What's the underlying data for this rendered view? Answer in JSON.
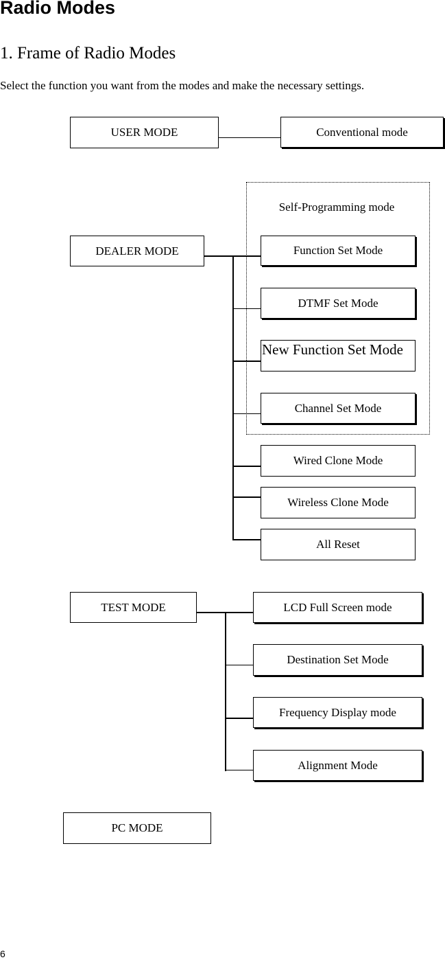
{
  "heading": "Radio Modes",
  "section_title": "1. Frame of Radio Modes",
  "intro": "Select the function you want from the modes and make the necessary settings.",
  "user_mode": {
    "label": "USER MODE",
    "children": [
      "Conventional mode"
    ]
  },
  "dealer_mode": {
    "label": "DEALER MODE",
    "self_programming_label": "Self-Programming mode",
    "children": [
      "Function Set Mode",
      "DTMF Set Mode",
      "New Function Set Mode",
      "Channel Set Mode",
      "Wired Clone Mode",
      "Wireless Clone Mode",
      "All Reset"
    ]
  },
  "test_mode": {
    "label": "TEST MODE",
    "children": [
      "LCD Full Screen mode",
      "Destination Set Mode",
      "Frequency Display mode",
      "Alignment Mode"
    ]
  },
  "pc_mode": {
    "label": "PC MODE"
  },
  "page_number": "6"
}
